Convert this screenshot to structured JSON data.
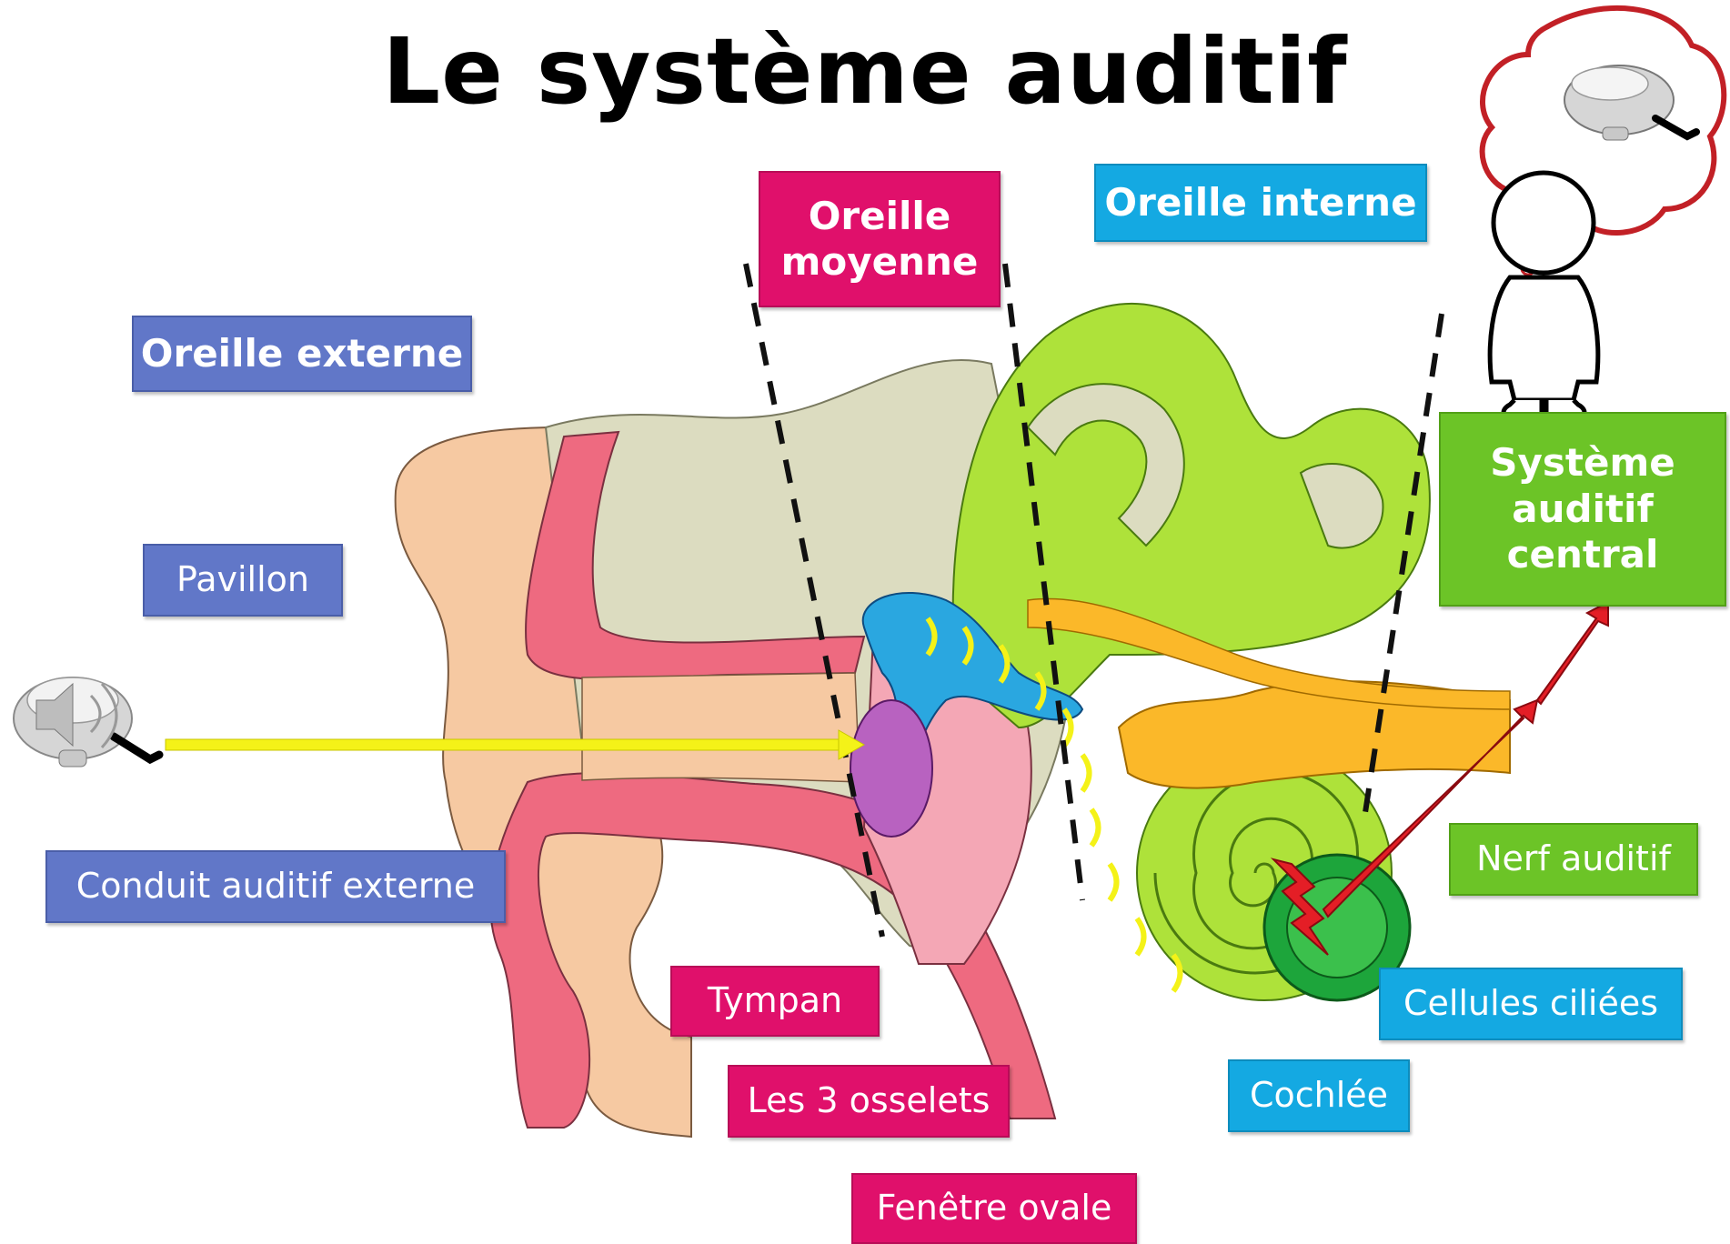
{
  "title": "Le système auditif",
  "labels": {
    "oreille_externe": "Oreille externe",
    "oreille_moyenne": "Oreille moyenne",
    "oreille_interne": "Oreille interne",
    "systeme_central": "Système auditif central",
    "pavillon": "Pavillon",
    "conduit": "Conduit auditif externe",
    "tympan": "Tympan",
    "osselets": "Les 3 osselets",
    "fenetre": "Fenêtre ovale",
    "nerf": "Nerf auditif",
    "cellules": "Cellules ciliées",
    "cochlee": "Cochlée"
  },
  "icons": {
    "speaker": "speaker-icon",
    "bell": "bell-icon",
    "person": "person-icon",
    "thought": "thought-bubble-icon"
  },
  "colors": {
    "blue_label": "#6177c8",
    "pink_label": "#e0106b",
    "cyan_label": "#14a9e2",
    "green_label": "#6cc427",
    "skin": "#f6c9a2",
    "canal": "#ee6a80",
    "bone": "#dcdcc0",
    "inner_ear": "#aee23a",
    "nerve": "#fbb829",
    "sound_arrow": "#f4f218",
    "signal_arrow": "#e41e26"
  }
}
